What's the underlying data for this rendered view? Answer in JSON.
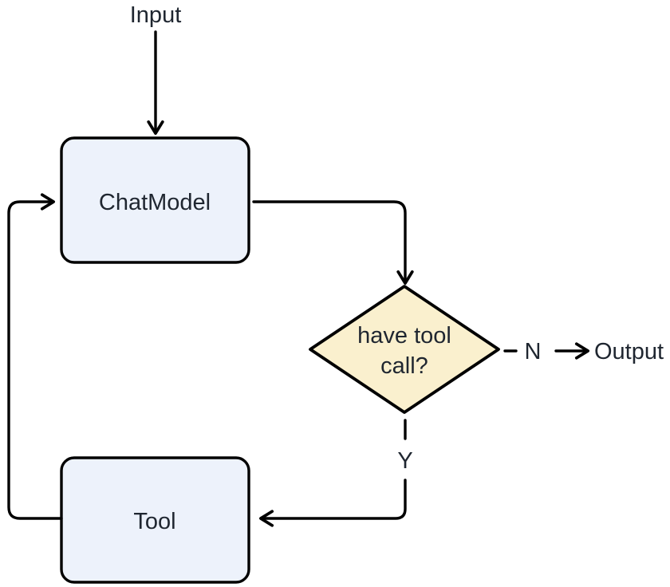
{
  "diagram": {
    "background": "#ffffff",
    "stroke_color": "#000000",
    "text_color": "#1f2630",
    "nodes": {
      "input": {
        "label": "Input"
      },
      "chat_model": {
        "label": "ChatModel",
        "fill": "#edf2fb"
      },
      "decision": {
        "label_line1": "have tool",
        "label_line2": "call?",
        "fill": "#faf0ce"
      },
      "tool": {
        "label": "Tool",
        "fill": "#edf2fb"
      },
      "output": {
        "label": "Output"
      }
    },
    "edges": {
      "decision_no": {
        "label": "N"
      },
      "decision_yes": {
        "label": "Y"
      }
    }
  }
}
